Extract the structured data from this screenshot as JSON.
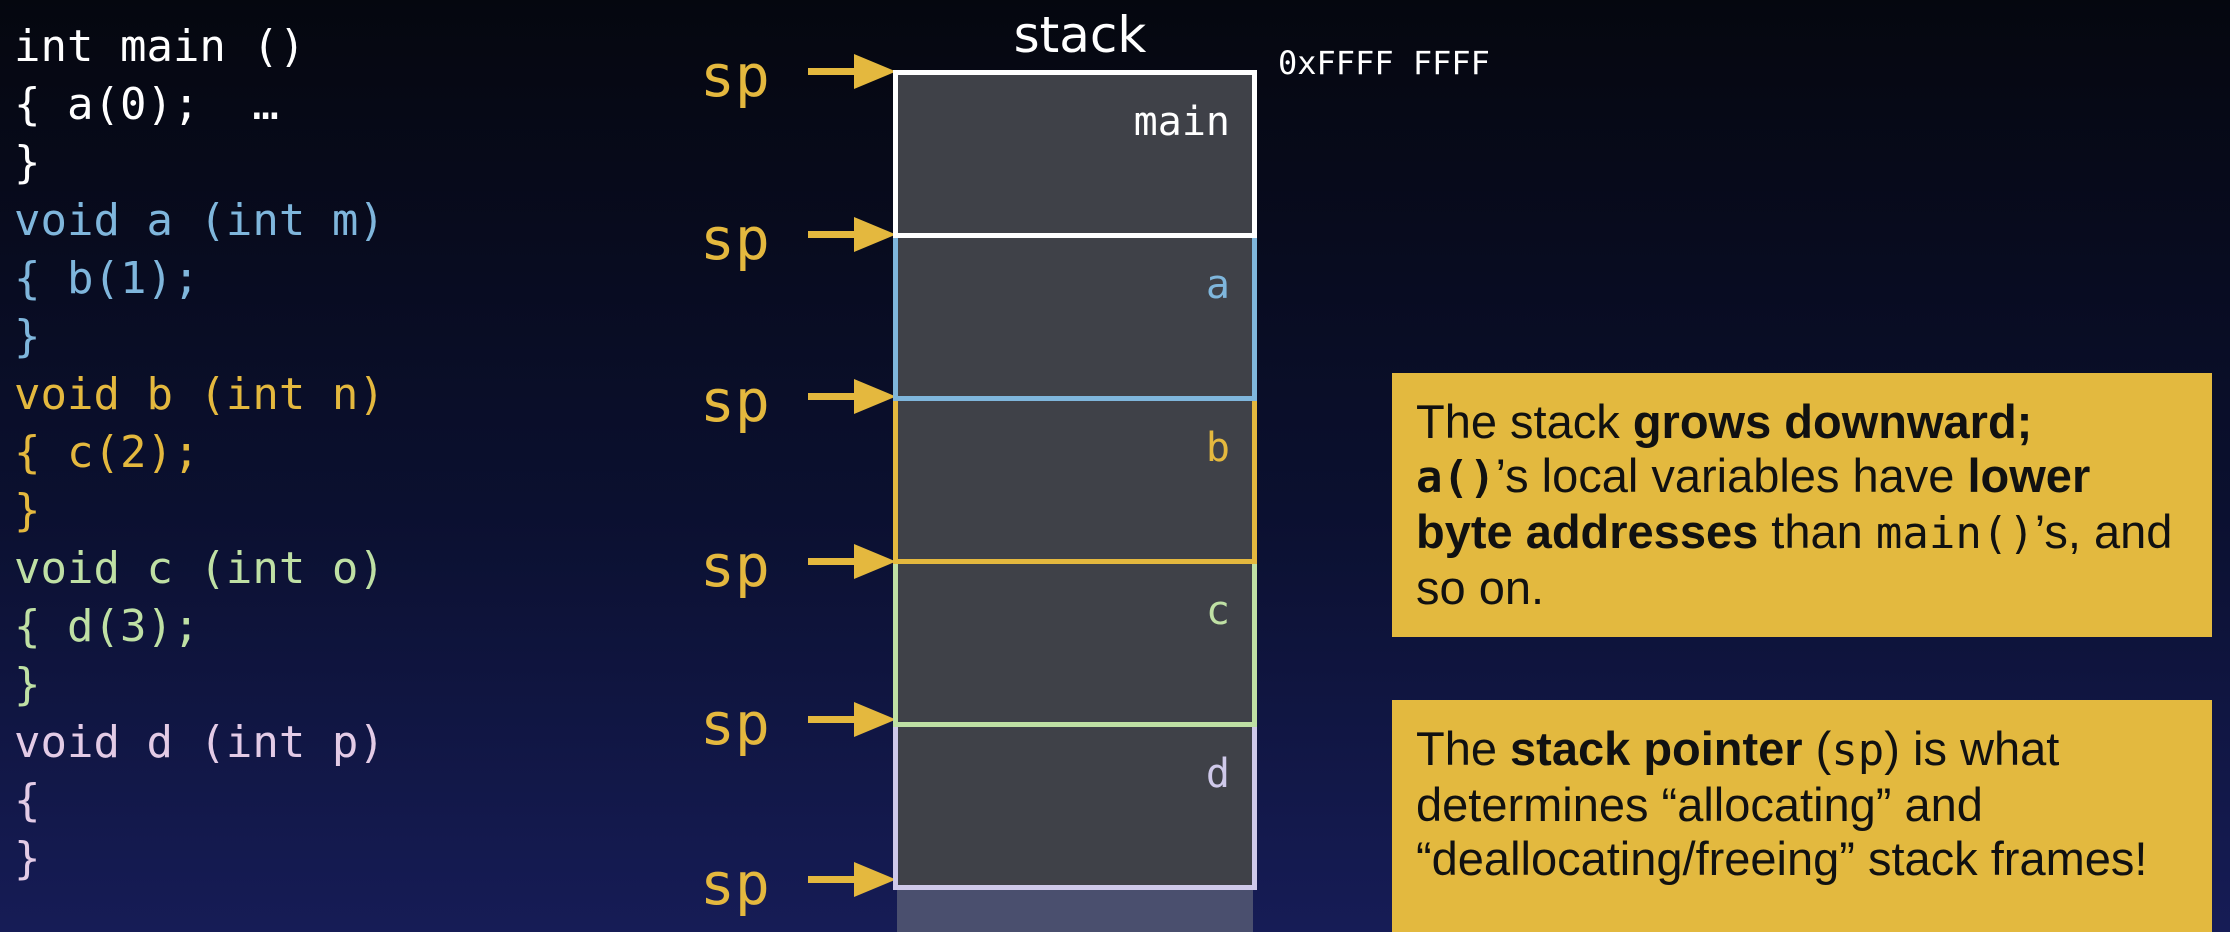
{
  "code": {
    "lines": [
      {
        "text": "int main ()",
        "color": "#ffffff"
      },
      {
        "text": "{ a(0);  …",
        "color": "#ffffff"
      },
      {
        "text": "}",
        "color": "#ffffff"
      },
      {
        "text": "void a (int m)",
        "color": "#7fb6dc"
      },
      {
        "text": "{ b(1);",
        "color": "#7fb6dc"
      },
      {
        "text": "}",
        "color": "#7fb6dc"
      },
      {
        "text": "void b (int n)",
        "color": "#e4b83e"
      },
      {
        "text": "{ c(2);",
        "color": "#e4b83e"
      },
      {
        "text": "}",
        "color": "#e4b83e"
      },
      {
        "text": "void c (int o)",
        "color": "#bfe0a4"
      },
      {
        "text": "{ d(3);",
        "color": "#bfe0a4"
      },
      {
        "text": "}",
        "color": "#bfe0a4"
      },
      {
        "text": "void d (int p)",
        "color": "#e3cbe6"
      },
      {
        "text": "{",
        "color": "#e3cbe6"
      },
      {
        "text": "}",
        "color": "#e3cbe6"
      }
    ]
  },
  "stack": {
    "title": "stack",
    "address": "0xFFFF FFFF",
    "sp_label": "sp",
    "frames": [
      {
        "label": "main",
        "color": "#ffffff"
      },
      {
        "label": "a",
        "color": "#7fb6dc"
      },
      {
        "label": "b",
        "color": "#e4b83e"
      },
      {
        "label": "c",
        "color": "#bfe0a4"
      },
      {
        "label": "d",
        "color": "#cfc9ea"
      }
    ]
  },
  "notes": {
    "note1": {
      "t1": "The stack ",
      "b1": "grows downward;",
      "code1": "a()",
      "t2": "’s local variables have ",
      "b2": "lower byte addresses",
      "t3": " than ",
      "code2": "main()",
      "t4": "’s, and so on."
    },
    "note2": {
      "t1": "The ",
      "b1": "stack pointer",
      "t2": " (",
      "code1": "sp",
      "t3": ") is what determines “allocating” and “deallocating/freeing” stack frames!"
    }
  },
  "colors": {
    "accent": "#e4b83e",
    "note_bg": "#e3b93f",
    "frame_fill": "#3f4148"
  }
}
